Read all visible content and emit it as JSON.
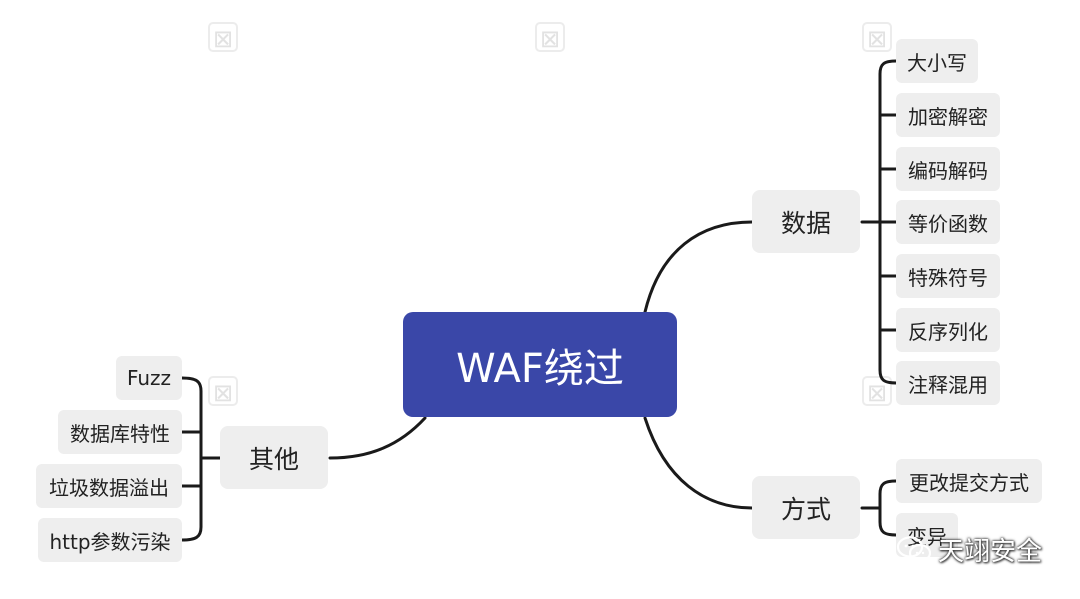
{
  "central": {
    "label": "WAF绕过"
  },
  "branches": {
    "data": {
      "label": "数据",
      "children": [
        "大小写",
        "加密解密",
        "编码解码",
        "等价函数",
        "特殊符号",
        "反序列化",
        "注释混用"
      ]
    },
    "method": {
      "label": "方式",
      "children": [
        "更改提交方式",
        "变异"
      ]
    },
    "other": {
      "label": "其他",
      "children": [
        "Fuzz",
        "数据库特性",
        "垃圾数据溢出",
        "http参数污染"
      ]
    }
  },
  "brand": {
    "label": "天翊安全",
    "icon": "wechat-icon"
  },
  "colors": {
    "central_fill": "#3a47a8",
    "node_fill": "#eeeeee",
    "connector": "#1a1a1a"
  }
}
